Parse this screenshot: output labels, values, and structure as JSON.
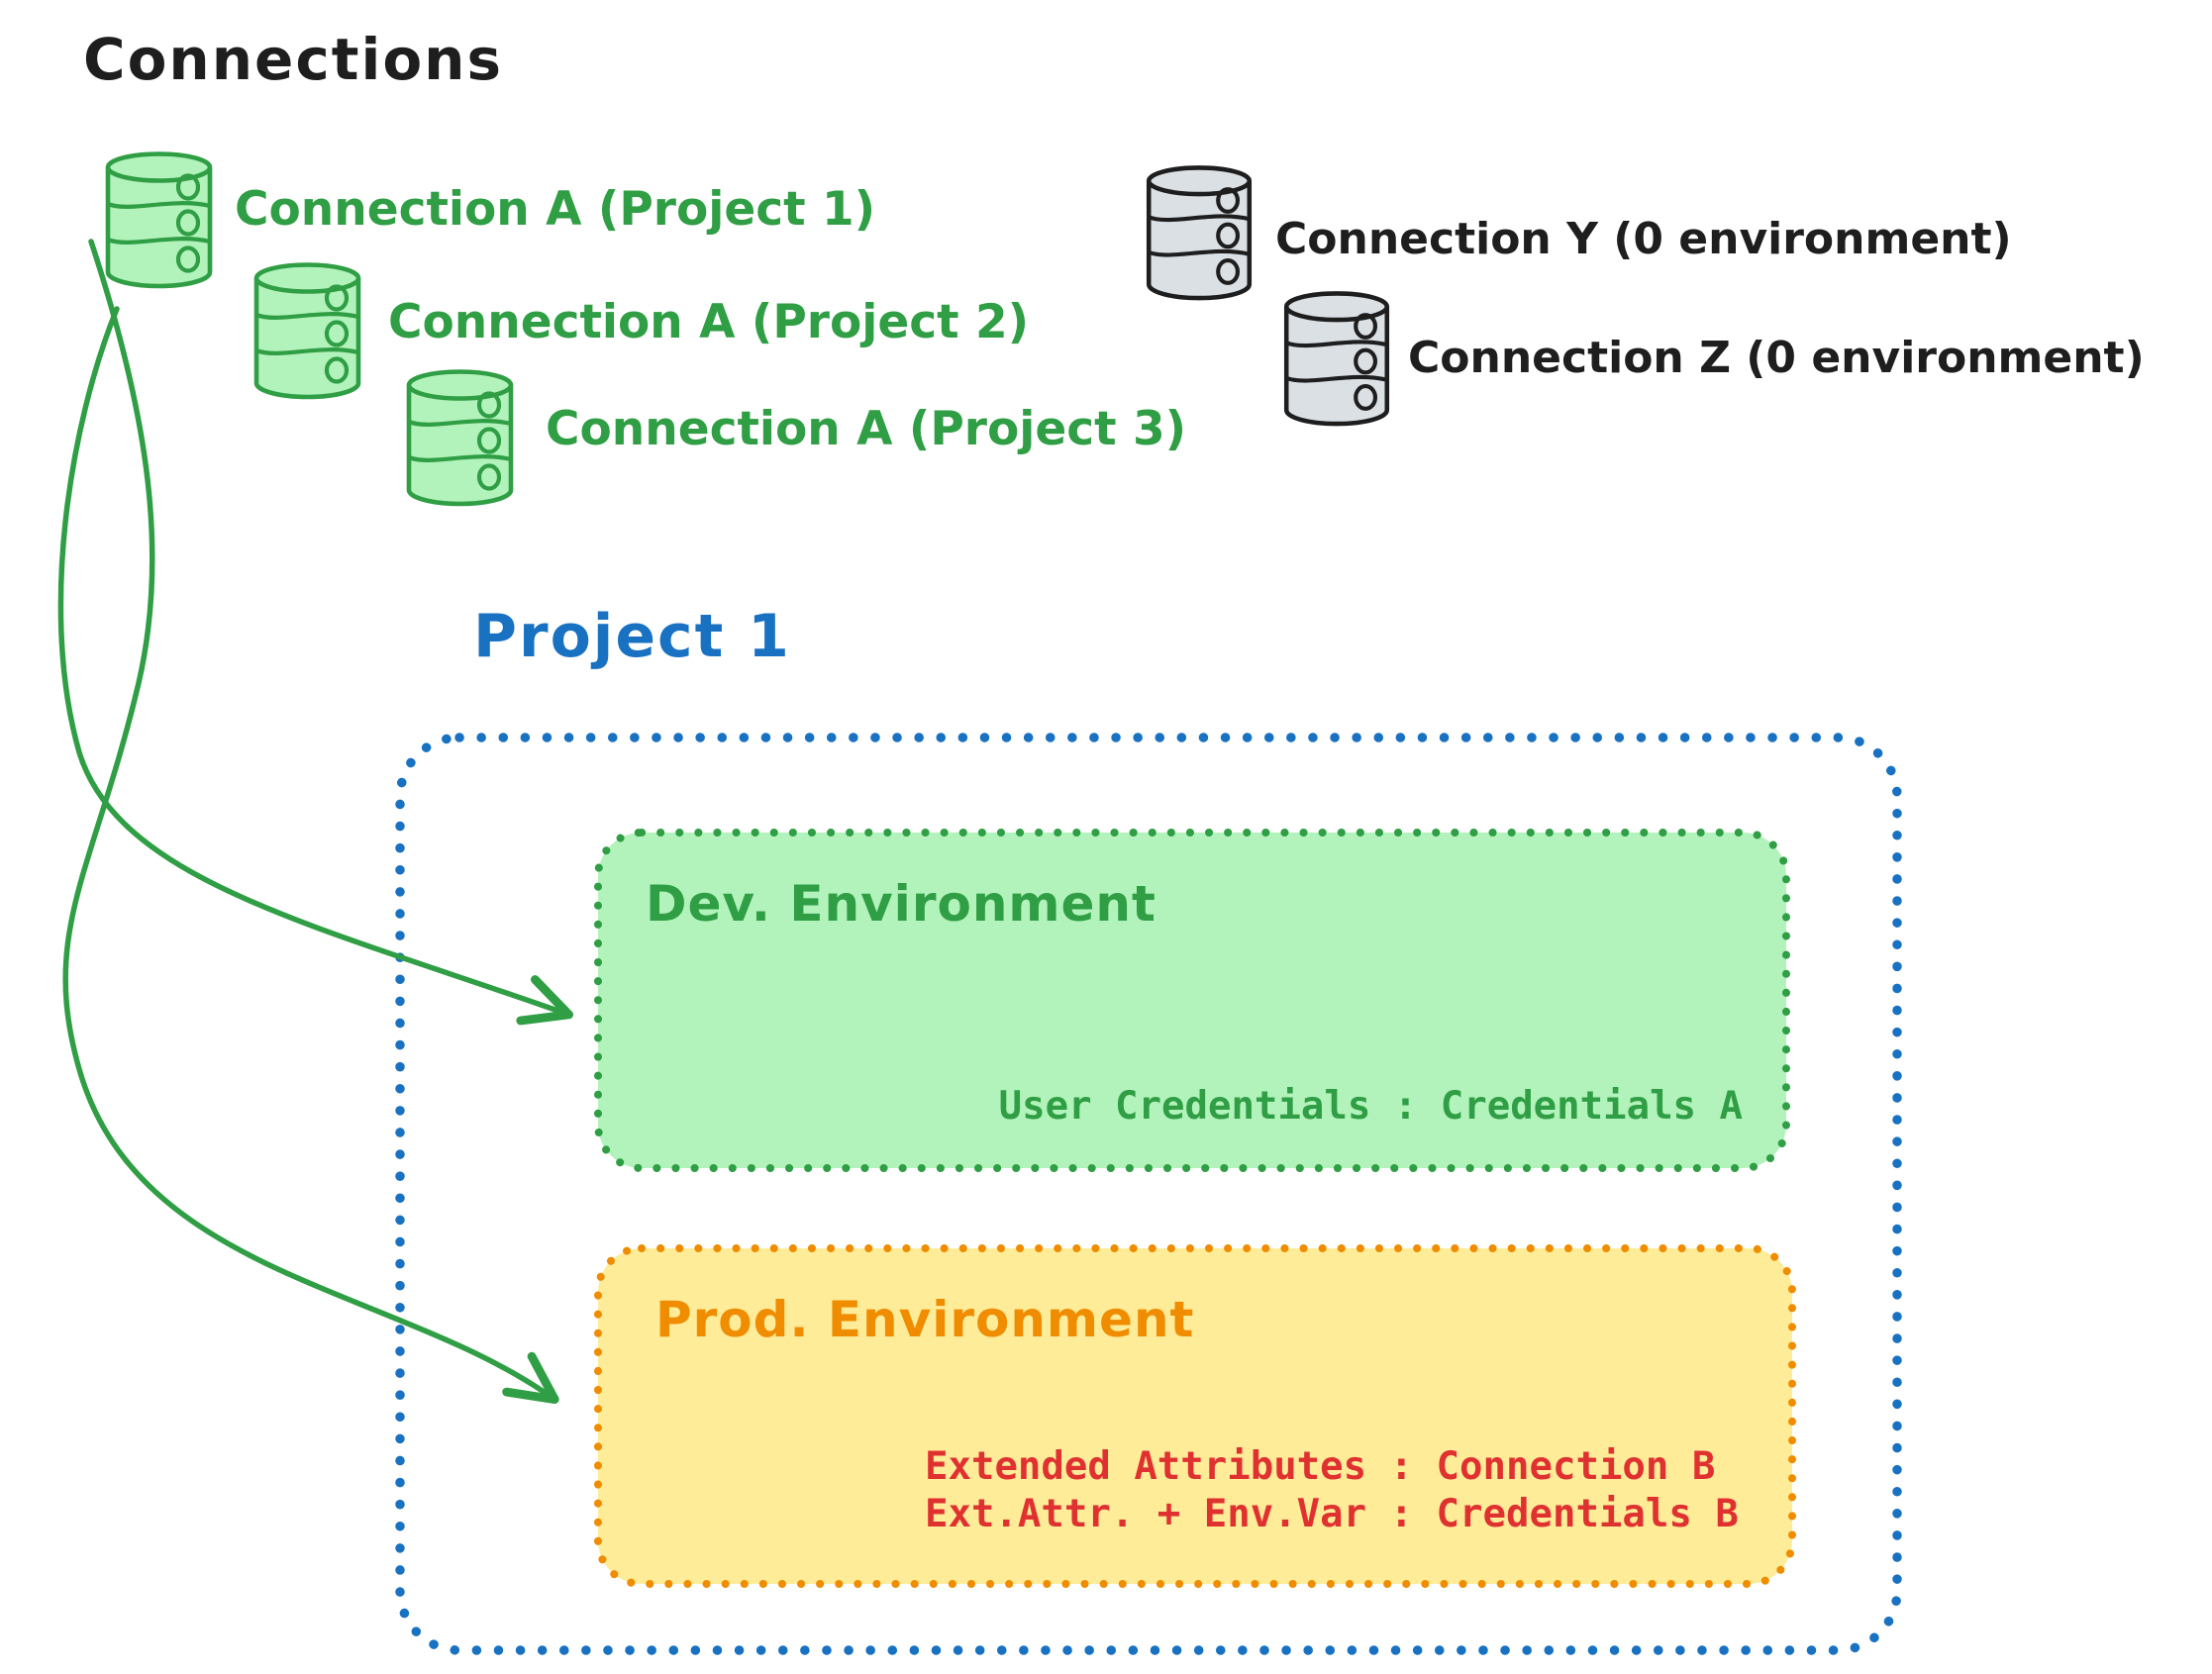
{
  "diagram": {
    "title": "Connections",
    "project_title": "Project 1"
  },
  "connections": {
    "project_a": [
      {
        "label": "Connection A (Project 1)"
      },
      {
        "label": "Connection A (Project 2)"
      },
      {
        "label": "Connection A (Project 3)"
      }
    ],
    "unassigned": [
      {
        "label": "Connection Y (0 environment)"
      },
      {
        "label": "Connection Z (0 environment)"
      }
    ]
  },
  "environments": {
    "dev": {
      "title": "Dev. Environment",
      "credentials_line": "User Credentials : Credentials A"
    },
    "prod": {
      "title": "Prod. Environment",
      "lines": [
        "Extended Attributes : Connection B",
        "Ext.Attr. + Env.Var : Credentials B"
      ]
    }
  },
  "colors": {
    "black": "#1e1e1e",
    "green_stroke": "#2f9e44",
    "green_fill": "#b2f2bb",
    "blue": "#1971c2",
    "orange": "#f08c00",
    "yellow_fill": "#ffec99",
    "red": "#e03131",
    "gray_fill": "#dbe0e5"
  }
}
